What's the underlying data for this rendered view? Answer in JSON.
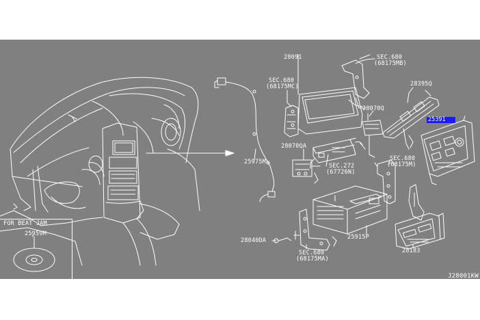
{
  "diagram": {
    "drawing_code": "J28001KW",
    "highlighted_part": "25391",
    "inset": {
      "title": "FOR BEAT JAM",
      "part": "25959M"
    },
    "parts": [
      {
        "id": "p28091",
        "label": "28091"
      },
      {
        "id": "p68175mb",
        "label": "SEC.680",
        "ref": "(68175MB)"
      },
      {
        "id": "p68175mc",
        "label": "SEC.680",
        "ref": "(68175MC)"
      },
      {
        "id": "p28395q",
        "label": "28395Q"
      },
      {
        "id": "p28070q",
        "label": "28070Q"
      },
      {
        "id": "p28070qa",
        "label": "28070QA"
      },
      {
        "id": "p25975m",
        "label": "25975M"
      },
      {
        "id": "p67726n",
        "label": "SEC.272",
        "ref": "(67726N)"
      },
      {
        "id": "p68175m",
        "label": "SEC.680",
        "ref": "(68175M)"
      },
      {
        "id": "p25915p",
        "label": "25915P"
      },
      {
        "id": "p28040da",
        "label": "28040DA"
      },
      {
        "id": "p68175ma",
        "label": "SEC.680",
        "ref": "(68175MA)"
      },
      {
        "id": "p28183",
        "label": "28183"
      }
    ],
    "colors": {
      "background": "#808080",
      "line": "#ffffff",
      "highlight": "#1a1aff"
    }
  }
}
